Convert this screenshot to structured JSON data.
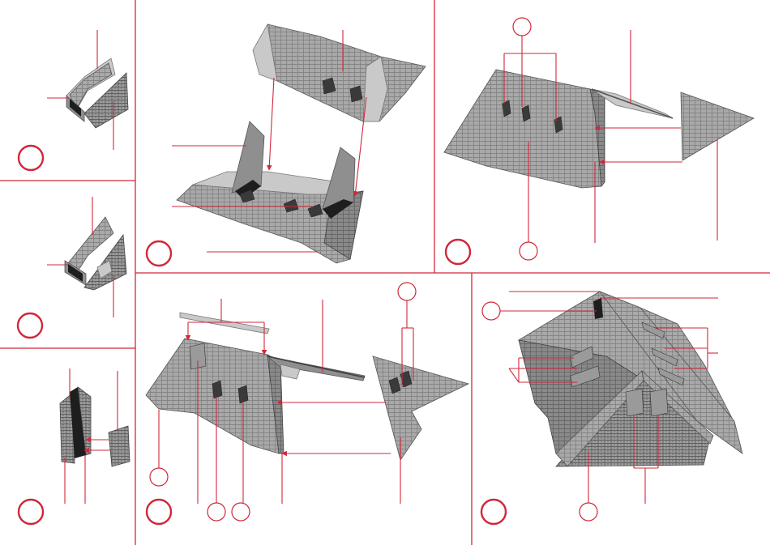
{
  "colors": {
    "accent": "#d0283a",
    "tile": "#a9a9a9",
    "tile_dark": "#7c7c7c",
    "paper": "#c9c9c9",
    "background": "#ffffff"
  },
  "panels": [
    {
      "id": "p1",
      "step_label": ""
    },
    {
      "id": "p2",
      "step_label": ""
    },
    {
      "id": "p3",
      "step_label": ""
    },
    {
      "id": "p4",
      "step_label": ""
    },
    {
      "id": "p5",
      "step_label": ""
    },
    {
      "id": "p6",
      "step_label": ""
    },
    {
      "id": "p7",
      "step_label": ""
    },
    {
      "id": "p8",
      "step_label": ""
    }
  ]
}
